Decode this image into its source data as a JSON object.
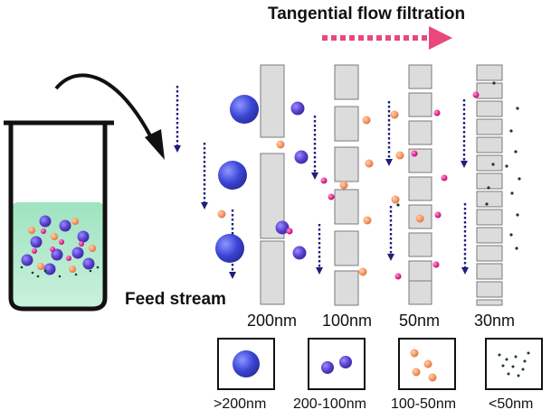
{
  "title": "Tangential flow filtration",
  "feed_label": "Feed stream",
  "pore_sizes": [
    "200nm",
    "100nm",
    "50nm",
    "30nm"
  ],
  "size_ranges": [
    ">200nm",
    "200-100nm",
    "100-50nm",
    "<50nm"
  ],
  "legend_boxes": [
    {
      "particle": "large-blue-sphere"
    },
    {
      "particle": "medium-purple-sphere"
    },
    {
      "particle": "small-orange-sphere"
    },
    {
      "particle": "tiny-dark-dot"
    }
  ],
  "colors": {
    "arrow_navy": "#1f1f7a",
    "flow_arrow_pink": "#e8487a",
    "blue_particle": "#3b45d6",
    "purple_particle": "#5a3fd0",
    "orange_particle": "#f4905a",
    "magenta_particle": "#e01d8c",
    "dark_dot": "#0f3d2e",
    "membrane_fill": "#dcdcdc",
    "liquid": "#a9e6c6"
  }
}
